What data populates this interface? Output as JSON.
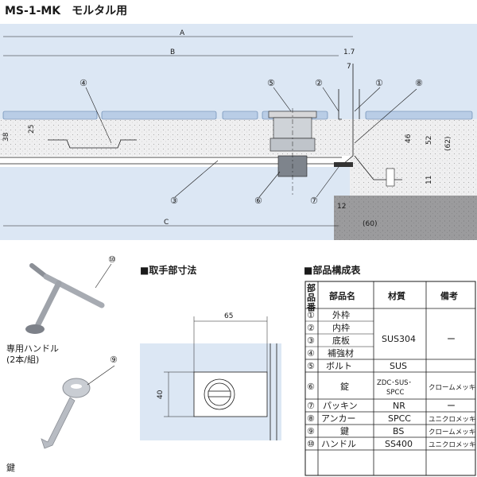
{
  "title": "MS-1-MK　モルタル用",
  "dimensions": {
    "A": "A",
    "B": "B",
    "C": "C",
    "d1_7": "1.7",
    "d7": "7",
    "d38": "38",
    "d25": "25",
    "d46": "46",
    "d52": "52",
    "d62": "(62)",
    "d11": "11",
    "d12": "12",
    "d60": "(60)"
  },
  "callouts": [
    "①",
    "②",
    "③",
    "④",
    "⑤",
    "⑥",
    "⑦",
    "⑧",
    "⑨",
    "⑩"
  ],
  "handle_label": "専用ハンドル\n(2本/組)",
  "key_label": "鍵",
  "handle_section": {
    "title": "■取手部寸法",
    "w": "65",
    "h": "40"
  },
  "parts_table": {
    "title": "■部品構成表",
    "headers": [
      "部品番",
      "部品名",
      "材質",
      "備考"
    ],
    "rows": [
      {
        "no": "①",
        "name": "外枠"
      },
      {
        "no": "②",
        "name": "内枠"
      },
      {
        "no": "③",
        "name": "底板"
      },
      {
        "no": "④",
        "name": "補強材"
      },
      {
        "no": "⑤",
        "name": "ボルト",
        "material": "SUS"
      },
      {
        "no": "⑥",
        "name": "錠",
        "material": "ZDC･SUS･\nSPCC",
        "note": "クロームメッキ"
      },
      {
        "no": "⑦",
        "name": "パッキン",
        "material": "NR",
        "note": "ー"
      },
      {
        "no": "⑧",
        "name": "アンカー",
        "material": "SPCC",
        "note": "ユニクロメッキ"
      },
      {
        "no": "⑨",
        "name": "鍵",
        "material": "BS",
        "note": "クロームメッキ"
      },
      {
        "no": "⑩",
        "name": "ハンドル",
        "material": "SS400",
        "note": "ユニクロメッキ"
      }
    ],
    "merged_material": "SUS304",
    "merged_note": "ー"
  },
  "colors": {
    "section_bg": "#dce7f4",
    "concrete": "#efeff0",
    "tile": "#b9cde6",
    "dark_concrete": "#9a9a9c",
    "table_border": "#1a1a1a"
  }
}
